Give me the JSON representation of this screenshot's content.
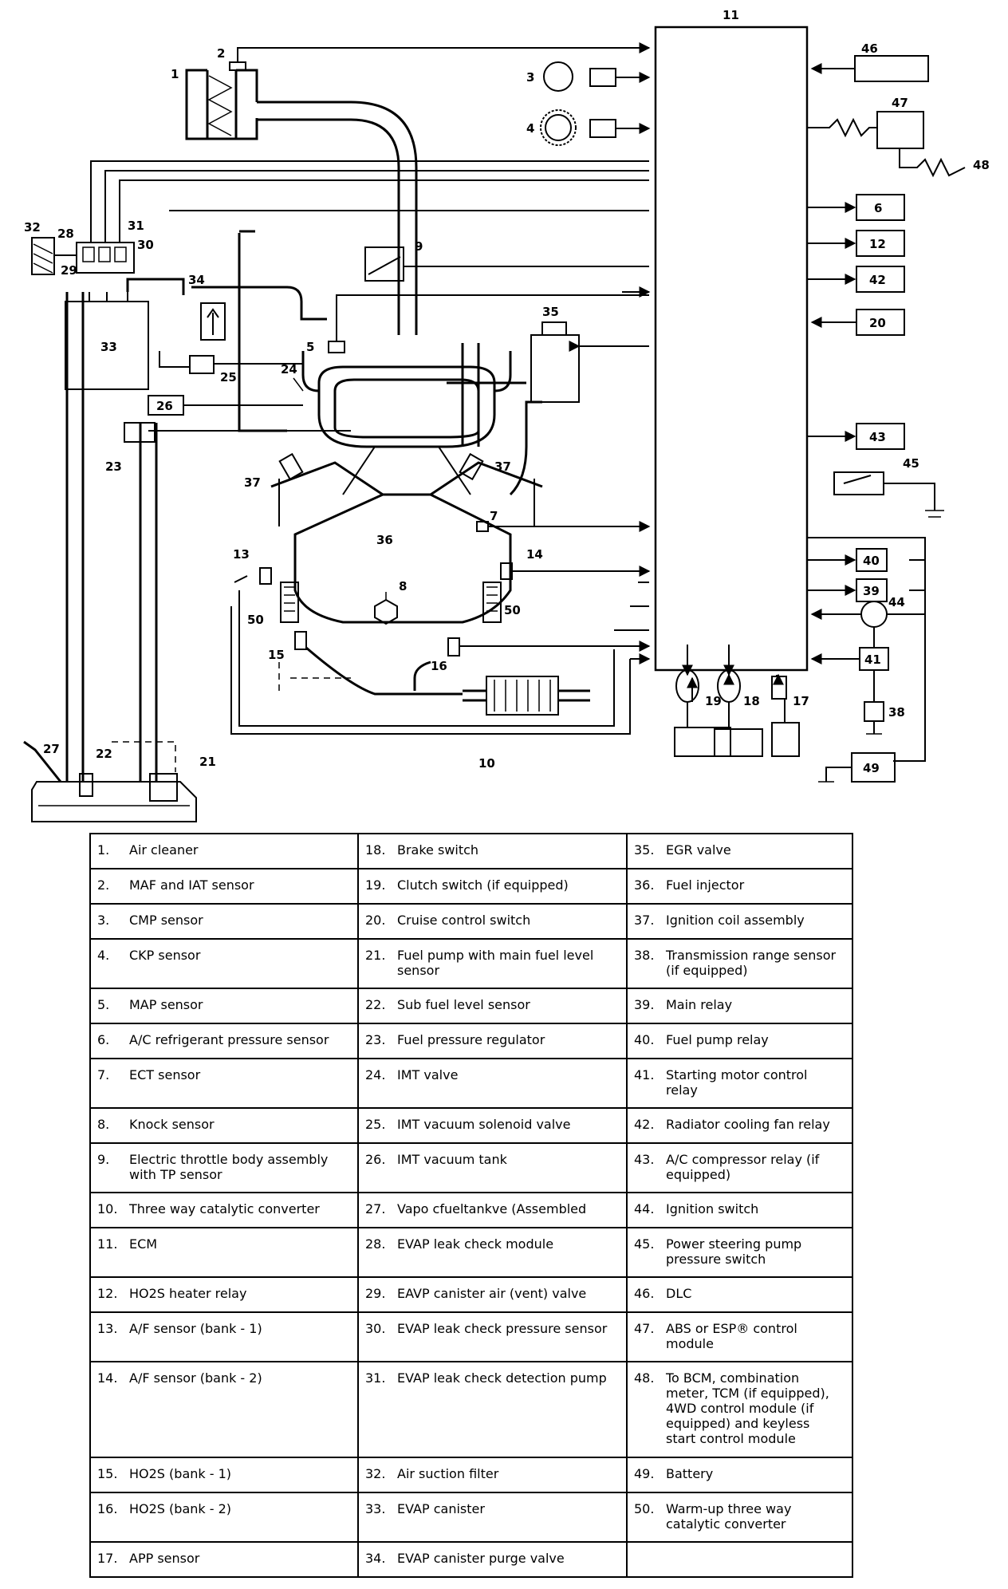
{
  "callouts": {
    "n1": "1",
    "n2": "2",
    "n3": "3",
    "n4": "4",
    "n5": "5",
    "n6": "6",
    "n7": "7",
    "n8": "8",
    "n9": "9",
    "n10": "10",
    "n11": "11",
    "n12": "12",
    "n13": "13",
    "n14": "14",
    "n15": "15",
    "n16": "16",
    "n17": "17",
    "n18": "18",
    "n19": "19",
    "n20": "20",
    "n21": "21",
    "n22": "22",
    "n23": "23",
    "n24": "24",
    "n25": "25",
    "n26": "26",
    "n27": "27",
    "n28": "28",
    "n29": "29",
    "n30": "30",
    "n31": "31",
    "n32": "32",
    "n33": "33",
    "n34": "34",
    "n35": "35",
    "n36": "36",
    "n37": "37",
    "n38": "38",
    "n39": "39",
    "n40": "40",
    "n41": "41",
    "n42": "42",
    "n43": "43",
    "n44": "44",
    "n45": "45",
    "n46": "46",
    "n47": "47",
    "n48": "48",
    "n49": "49",
    "n50": "50"
  },
  "legend": {
    "rows": [
      [
        {
          "num": "1.",
          "text": "Air cleaner"
        },
        {
          "num": "18.",
          "text": "Brake switch"
        },
        {
          "num": "35.",
          "text": "EGR valve"
        }
      ],
      [
        {
          "num": "2.",
          "text": "MAF and IAT sensor"
        },
        {
          "num": "19.",
          "text": "Clutch switch (if equipped)"
        },
        {
          "num": "36.",
          "text": "Fuel injector"
        }
      ],
      [
        {
          "num": "3.",
          "text": "CMP sensor"
        },
        {
          "num": "20.",
          "text": "Cruise control switch"
        },
        {
          "num": "37.",
          "text": "Ignition coil assembly"
        }
      ],
      [
        {
          "num": "4.",
          "text": "CKP sensor"
        },
        {
          "num": "21.",
          "text": "Fuel pump with main fuel level sensor"
        },
        {
          "num": "38.",
          "text": "Transmission range sensor (if equipped)"
        }
      ],
      [
        {
          "num": "5.",
          "text": "MAP sensor"
        },
        {
          "num": "22.",
          "text": "Sub fuel level sensor"
        },
        {
          "num": "39.",
          "text": "Main relay"
        }
      ],
      [
        {
          "num": "6.",
          "text": "A/C refrigerant pressure sensor"
        },
        {
          "num": "23.",
          "text": "Fuel pressure regulator"
        },
        {
          "num": "40.",
          "text": "Fuel pump relay"
        }
      ],
      [
        {
          "num": "7.",
          "text": "ECT sensor"
        },
        {
          "num": "24.",
          "text": "IMT valve"
        },
        {
          "num": "41.",
          "text": "Starting motor control relay"
        }
      ],
      [
        {
          "num": "8.",
          "text": "Knock sensor"
        },
        {
          "num": "25.",
          "text": "IMT vacuum solenoid valve"
        },
        {
          "num": "42.",
          "text": "Radiator cooling fan relay"
        }
      ],
      [
        {
          "num": "9.",
          "text": "Electric throttle body assembly with TP sensor"
        },
        {
          "num": "26.",
          "text": "IMT vacuum tank"
        },
        {
          "num": "43.",
          "text": "A/C compressor relay (if equipped)"
        }
      ],
      [
        {
          "num": "10.",
          "text": "Three way catalytic converter"
        },
        {
          "num": "27.",
          "text": "Vapo ​cfu​el​ta​nk​ve (Assembled"
        },
        {
          "num": "44.",
          "text": "Ignition switch"
        }
      ],
      [
        {
          "num": "11.",
          "text": "ECM"
        },
        {
          "num": "28.",
          "text": "EVAP leak check module"
        },
        {
          "num": "45.",
          "text": "Power steering pump pressure switch"
        }
      ],
      [
        {
          "num": "12.",
          "text": "HO2S heater relay"
        },
        {
          "num": "29.",
          "text": "EAVP canister air (vent) valve"
        },
        {
          "num": "46.",
          "text": "DLC"
        }
      ],
      [
        {
          "num": "13.",
          "text": "A/F sensor (bank - 1)"
        },
        {
          "num": "30.",
          "text": "EVAP leak check pressure sensor"
        },
        {
          "num": "47.",
          "text": "ABS or ESP® control module"
        }
      ],
      [
        {
          "num": "14.",
          "text": "A/F sensor (bank - 2)"
        },
        {
          "num": "31.",
          "text": "EVAP leak check detection pump"
        },
        {
          "num": "48.",
          "text": "To BCM, combination meter, TCM (if equipped), 4WD control module (if equipped) and keyless start control module"
        }
      ],
      [
        {
          "num": "15.",
          "text": "HO2S (bank - 1)"
        },
        {
          "num": "32.",
          "text": "Air suction filter"
        },
        {
          "num": "49.",
          "text": "Battery"
        }
      ],
      [
        {
          "num": "16.",
          "text": "HO2S (bank - 2)"
        },
        {
          "num": "33.",
          "text": "EVAP canister"
        },
        {
          "num": "50.",
          "text": "Warm-up three way catalytic converter"
        }
      ],
      [
        {
          "num": "17.",
          "text": "APP sensor"
        },
        {
          "num": "34.",
          "text": "EVAP canister purge valve"
        },
        {
          "num": "",
          "text": ""
        }
      ]
    ]
  }
}
